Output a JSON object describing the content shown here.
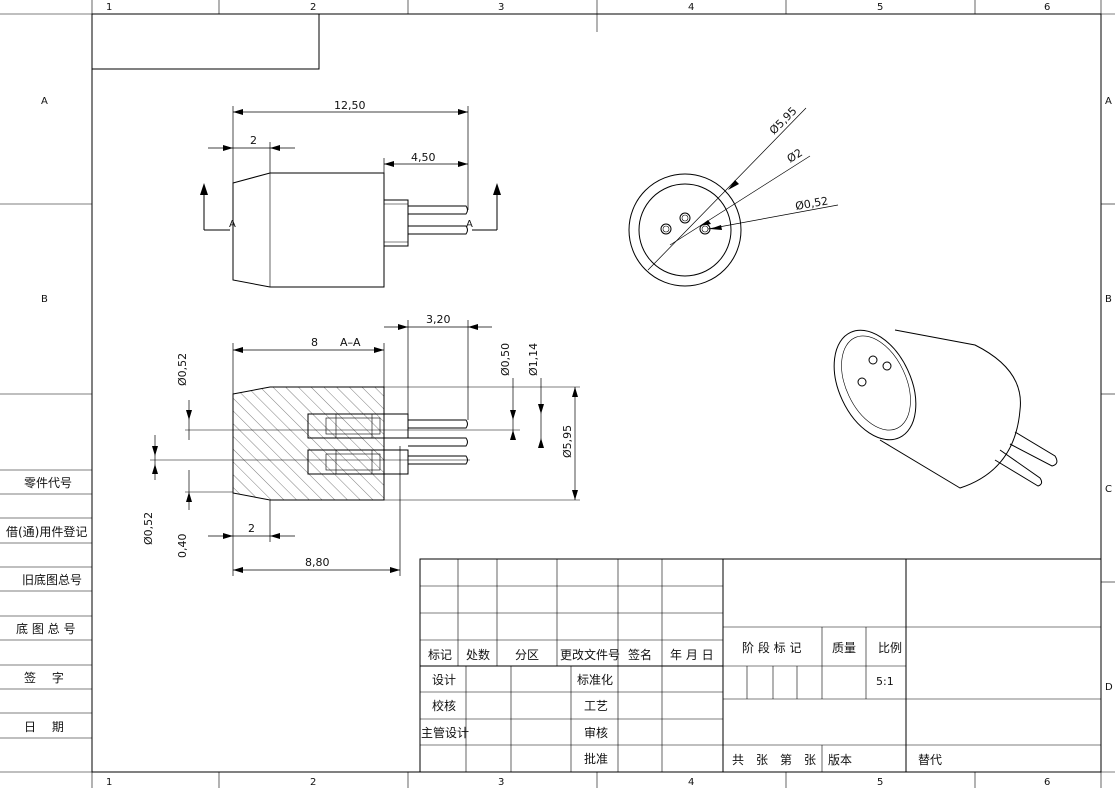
{
  "frame": {
    "columns": [
      "1",
      "2",
      "3",
      "4",
      "5",
      "6"
    ],
    "rows": [
      "A",
      "B",
      "C",
      "D"
    ]
  },
  "dimensions": {
    "overall_length": "12,50",
    "chamfer_length": "2",
    "pin_extension": "4,50",
    "outer_dia": "Ø5,95",
    "pcd_dia": "Ø2",
    "pin_dia": "Ø0,52",
    "section_depth": "8",
    "section_label": "A–A",
    "recess_length": "3,20",
    "hole_dia_1": "Ø0,50",
    "hole_dia_2": "Ø1,14",
    "section_outer_dia": "Ø5,95",
    "left_pin_dia_top": "Ø0,52",
    "left_pin_dia_bottom": "Ø0,52",
    "offset": "0,40",
    "bottom_chamfer": "2",
    "section_length": "8,80",
    "view_marker": "A"
  },
  "side_table": [
    "零件代号",
    "借(通)用件登记",
    "旧底图总号",
    "底 图 总 号",
    "签　 字",
    "日　 期"
  ],
  "title_block": {
    "headers": [
      "标记",
      "处数",
      "分区",
      "更改文件号",
      "签名",
      "年 月 日"
    ],
    "design": "设计",
    "check": "校核",
    "chief": "主管设计",
    "standard": "标准化",
    "process": "工艺",
    "review": "审核",
    "approve": "批准",
    "stage_mark": "阶 段 标 记",
    "quality": "质量",
    "scale_label": "比例",
    "scale_value": "5:1",
    "sheets": "共　张　第　张",
    "version": "版本",
    "replace": "替代"
  }
}
